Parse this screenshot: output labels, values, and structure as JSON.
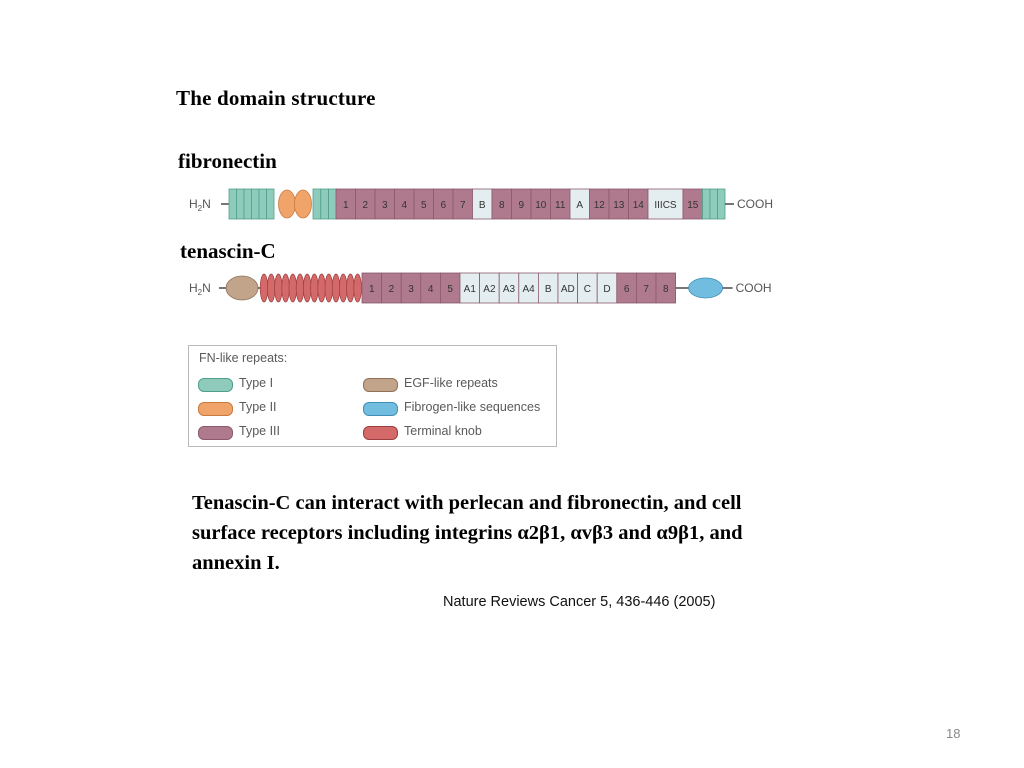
{
  "heading": "The domain structure",
  "caption": {
    "parts": [
      "Tenascin-C can interact with perlecan and fibronectin, and cell surface receptors including integrins ",
      "α",
      "2",
      "β",
      "1, ",
      "α",
      "v",
      "β",
      "3 and ",
      "α",
      "9",
      "β",
      "1, and annexin I."
    ]
  },
  "citation": "Nature Reviews Cancer 5, 436-446 (2005)",
  "slide_number": "18",
  "colors": {
    "type_i": "#8fcbbb",
    "type_ii": "#f0a46a",
    "type_iii": "#b07a8e",
    "type_iii_alt": "#e4eef0",
    "egf": "#c2a48a",
    "fibrinogen": "#70bde0",
    "knob": "#d4696a",
    "line": "#555555"
  },
  "fibronectin": {
    "name": "fibronectin",
    "n_term": "H2N",
    "c_term": "COOH",
    "type_iii_labels": [
      "1",
      "2",
      "3",
      "4",
      "5",
      "6",
      "7",
      "B",
      "8",
      "9",
      "10",
      "11",
      "A",
      "12",
      "13",
      "14",
      "IIICS",
      "15"
    ],
    "light_labels": [
      "B",
      "A",
      "IIICS"
    ]
  },
  "tenascin": {
    "name": "tenascin-C",
    "n_term": "H2N",
    "c_term": "COOH",
    "type_iii_labels": [
      "1",
      "2",
      "3",
      "4",
      "5",
      "A1",
      "A2",
      "A3",
      "A4",
      "B",
      "AD",
      "C",
      "D",
      "6",
      "7",
      "8"
    ],
    "light_labels": [
      "A1",
      "A2",
      "A3",
      "A4",
      "B",
      "AD",
      "C",
      "D"
    ]
  },
  "legend": {
    "title": "FN-like repeats:",
    "items": [
      {
        "label": "Type I",
        "color_key": "type_i"
      },
      {
        "label": "Type II",
        "color_key": "type_ii"
      },
      {
        "label": "Type III",
        "color_key": "type_iii"
      },
      {
        "label": "EGF-like repeats",
        "color_key": "egf"
      },
      {
        "label": "Fibrogen-like sequences",
        "color_key": "fibrinogen"
      },
      {
        "label": "Terminal knob",
        "color_key": "knob"
      }
    ]
  }
}
